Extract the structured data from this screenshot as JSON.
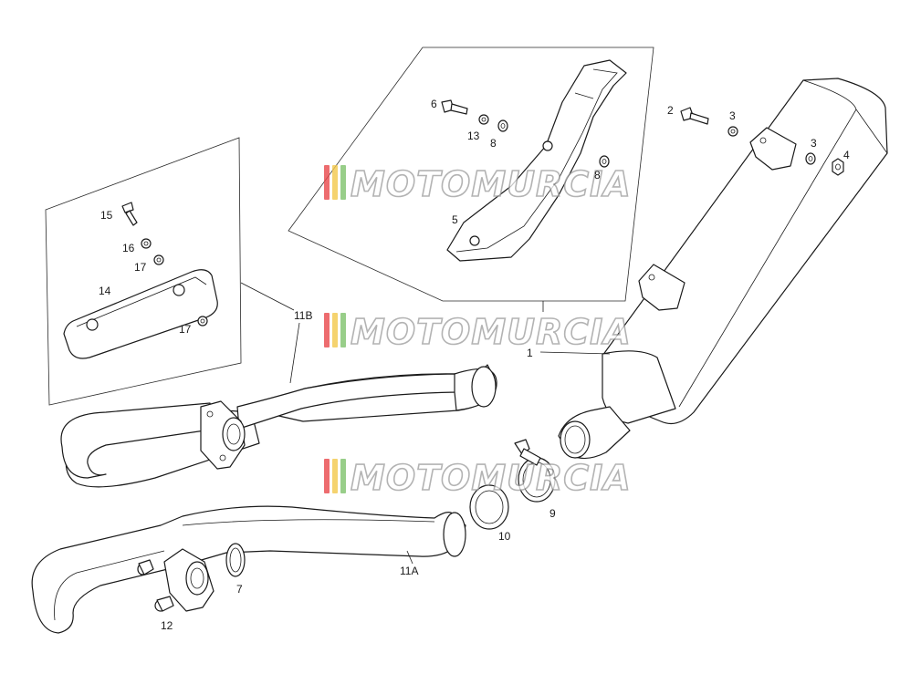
{
  "watermark": {
    "text": "MOTOMURCIA",
    "stripe_colors": [
      "#e8474b",
      "#f2c84b",
      "#7ec26b"
    ]
  },
  "callouts": [
    {
      "id": "p1",
      "label": "1"
    },
    {
      "id": "p2",
      "label": "2"
    },
    {
      "id": "p3a",
      "label": "3"
    },
    {
      "id": "p3b",
      "label": "3"
    },
    {
      "id": "p4",
      "label": "4"
    },
    {
      "id": "p5",
      "label": "5"
    },
    {
      "id": "p6",
      "label": "6"
    },
    {
      "id": "p7",
      "label": "7"
    },
    {
      "id": "p8a",
      "label": "8"
    },
    {
      "id": "p8b",
      "label": "8"
    },
    {
      "id": "p9",
      "label": "9"
    },
    {
      "id": "p10",
      "label": "10"
    },
    {
      "id": "p11a",
      "label": "11A"
    },
    {
      "id": "p11b",
      "label": "11B"
    },
    {
      "id": "p12",
      "label": "12"
    },
    {
      "id": "p13",
      "label": "13"
    },
    {
      "id": "p14",
      "label": "14"
    },
    {
      "id": "p15",
      "label": "15"
    },
    {
      "id": "p16",
      "label": "16"
    },
    {
      "id": "p17a",
      "label": "17"
    },
    {
      "id": "p17b",
      "label": "17"
    }
  ]
}
